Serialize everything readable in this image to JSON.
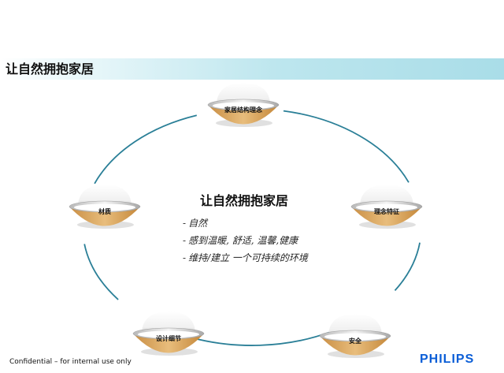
{
  "slide": {
    "title": "让自然拥抱家居",
    "footer": "Confidential – for internal use only",
    "logo": "PHILIPS"
  },
  "center": {
    "title": "让自然拥抱家居",
    "items": [
      "自然",
      "感到温暖, 舒适, 温馨,健康",
      "维持/建立 一个可持续的环境"
    ]
  },
  "nodes": [
    {
      "label": "家居结构理念"
    },
    {
      "label": "理念特征"
    },
    {
      "label": "安全"
    },
    {
      "label": "设计细节"
    },
    {
      "label": "材质"
    }
  ],
  "colors": {
    "circle": "#2a7f97",
    "title_band": "#a9dde8",
    "wood": "#d9a35d",
    "logo": "#0b5ed7"
  }
}
